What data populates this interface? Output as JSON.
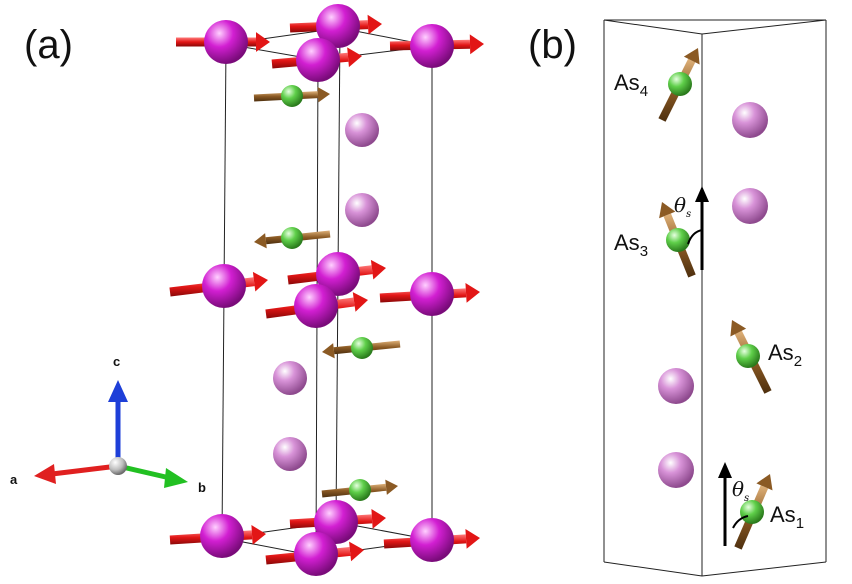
{
  "panel_a": {
    "label": "(a)",
    "axes": {
      "a": "a",
      "b": "b",
      "c": "c"
    }
  },
  "panel_b": {
    "label": "(b)",
    "as_labels": [
      {
        "base": "As",
        "sub": "1"
      },
      {
        "base": "As",
        "sub": "2"
      },
      {
        "base": "As",
        "sub": "3"
      },
      {
        "base": "As",
        "sub": "4"
      }
    ],
    "theta": {
      "base": "θ",
      "sub": "s"
    }
  },
  "colors": {
    "magenta_atom": "#d21fd2",
    "pink_atom": "#d27ad2",
    "green_atom": "#5fcf4a",
    "red_spin": "#e21616",
    "brown_spin": "#8b5a24",
    "axis_a": "#e02020",
    "axis_b": "#22c022",
    "axis_c": "#1e3fd8",
    "cell_line": "#222222"
  }
}
